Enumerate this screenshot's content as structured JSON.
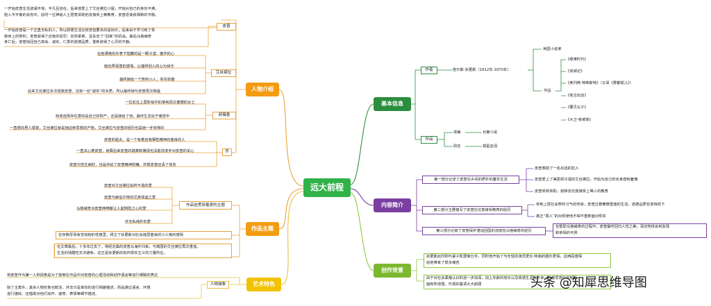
{
  "center": "远大前程",
  "left": {
    "characters": {
      "label": "人物介绍",
      "intro": [
        "一开始皮普生活波澜不惊，平凡且自在，后来他爱上了艾丝黛拉小姐，开始对自己的身份不满，",
        "陷入不平衡的状态中。此时一位神秘人士愿意资助他去接受上等教育，皮普逐渐获得新的平衡。"
      ],
      "pip": {
        "label": "皮普",
        "text": [
          "一开始皮普是一个正直无私的人，所以即便生活比较苦但要多的是快乐；后来由于学习到了贵",
          "族身上的势利，皮普获得了应有的惩罚：负债累累，且失去了“回家”的机会。最后马格威奇",
          "身亡后，皮普找回自己高尚、诚实、仁爱的道德品质，重新获得了心灵的平静。"
        ]
      },
      "estella": {
        "label": "艾丝黛拉",
        "items": [
          "在她漂亮的外表下隐藏的是一颗冷漠、傲作的心",
          "她玩弄哥普的感情，以摧碎别人的心为快乐",
          "最终嫁给一个势利小人，受尽折磨",
          "后来艾丝黛拉多次拯救皮普，还有一丝“诚实”的本质，所以最终她与皮普再次相遇"
        ]
      },
      "havisham": {
        "label": "郝薇香",
        "items": [
          "一位处在上层阶级中的单纯而又傲慢的女士",
          "知道选择存在意的是自己的财产，还是嫁给了他，最终生活处于痛苦中",
          "一直想向男人报复，艾丝黛拉就是她这种思想的产物，艾丝黛拉与皮普的经历也是她一手安排的"
        ]
      },
      "joe": {
        "label": "乔",
        "items": [
          "皮普的姐夫，是一个有着自我牺牲精神的善良的人",
          "一直关心着皮普，就算后来皮普的疏离和蔑视也没能改变乔对皮普的关心",
          "皮普欠债生病时，也是乔给了皮普精神慰藉，并帮皮普还清了债务"
        ]
      }
    },
    "themes": {
      "label": "作品主题",
      "love": {
        "label": "作品抬贯穿着爱的主题",
        "items": [
          "皮普对艾丝黛拉始终不渝的爱",
          "皮普与赫伯尔特的兄弟情谊之爱",
          "马格威奇对皮普两带都让人起侧隐之心的爱",
          "乔无私纯朴的爱"
        ]
      },
      "desc1": "在存数厚而有觉钱抱的性格里，倾注了狄更斯对社会底层善良的小人物的感情",
      "desc2": [
        "在文章最后，十多年过去了，饱经沧桑的皮普从海外归来，与端屈的艾丝黛拉再次重逢。",
        "生活的残酷性无法避免，这正是狄更斯的批判现实主义的力量所在。"
      ]
    },
    "art": {
      "label": "艺术特色",
      "leaf1": "将皮普作为第一人称视角是为了能够在作品中对皮普的心理活动和动作语言等进行细致的表达",
      "portrait": {
        "label": "人物描象",
        "text": [
          "除了主角外，其余人物形象也鲜活，并非只是单向的进行相貌描述，而是通过语言、环境",
          "进行描绘，还借助对他们动作、姿势、表情等细节描述。"
        ]
      }
    }
  },
  "right": {
    "basic": {
      "label": "基本信息",
      "author": {
        "label": "作者",
        "name": "查尔斯·狄更斯（1812年-1870年）",
        "role": "英国小说家",
        "works_label": "作品",
        "works": [
          "《艰难时代》",
          "《双城记》",
          "《奥列弗·特维斯特》（又译《雾都孤儿》）",
          "《老古玩店》",
          "《董贝父子》",
          "《大卫·考坡菲》"
        ]
      },
      "work": {
        "label": "作品",
        "genre_label": "体裁",
        "genre": "长篇小说",
        "alias_label": "别名",
        "alias": "孤星血泪"
      }
    },
    "summary": {
      "label": "内容简介",
      "part1": {
        "label": "第一部分记述了皮普在乡间的质朴的童年生活",
        "items": [
          "皮普救助了一名出逃的犯人",
          "皮普爱上了美丽却冷漠的艾丝黛拉，开始为自己的出身感到羞愧",
          "皮普受到资助，前移去伦敦接受上等人的教育"
        ]
      },
      "part2": {
        "label": "第二部分主要描写了皮普在伦敦接受教育的经历",
        "items": [
          "受到上层社会势利习气的传染，皮普过着奢靡堕落的生活，道德品质也变得低下",
          "真正“恩人”的出现使他不得不重新面对现实"
        ]
      },
      "part3": {
        "label": "第三部分记叙了皮普保护潜逃回国的流放犯马格威奇的经历",
        "items": [
          "在帮助马格威奇的过程中，皮普最终回归人性之美，深切地体会到友情",
          "和亲情的可贵"
        ]
      }
    },
    "background": {
      "label": "创作背景",
      "text1": [
        "狄更斯此时刚与妻子凯瑟琳分手，同时他开始了与年轻的演员爱伦·特南的婚外爱情，这两段感情",
        "给他带来了很多痛苦"
      ],
      "text2": [
        "由于对社会黑暗认识的进一步加深，加上年龄的增长以及情感生涯的不幸，作者思想中抑郁的一",
        "面有所增强，乐观的基调大大削弱"
      ]
    }
  },
  "watermark": "头条 @知犀思维导图",
  "colors": {
    "center": "#31b249",
    "characters": "#f39c12",
    "themes": "#f39c12",
    "art": "#f3c200",
    "basic": "#2b8d3e",
    "summary": "#7a3fa0",
    "background": "#7cb82f",
    "left_line": "#e8a23c",
    "basic_line": "#2b8d3e",
    "summary_line": "#7a3fa0",
    "background_line": "#8cc63f"
  }
}
